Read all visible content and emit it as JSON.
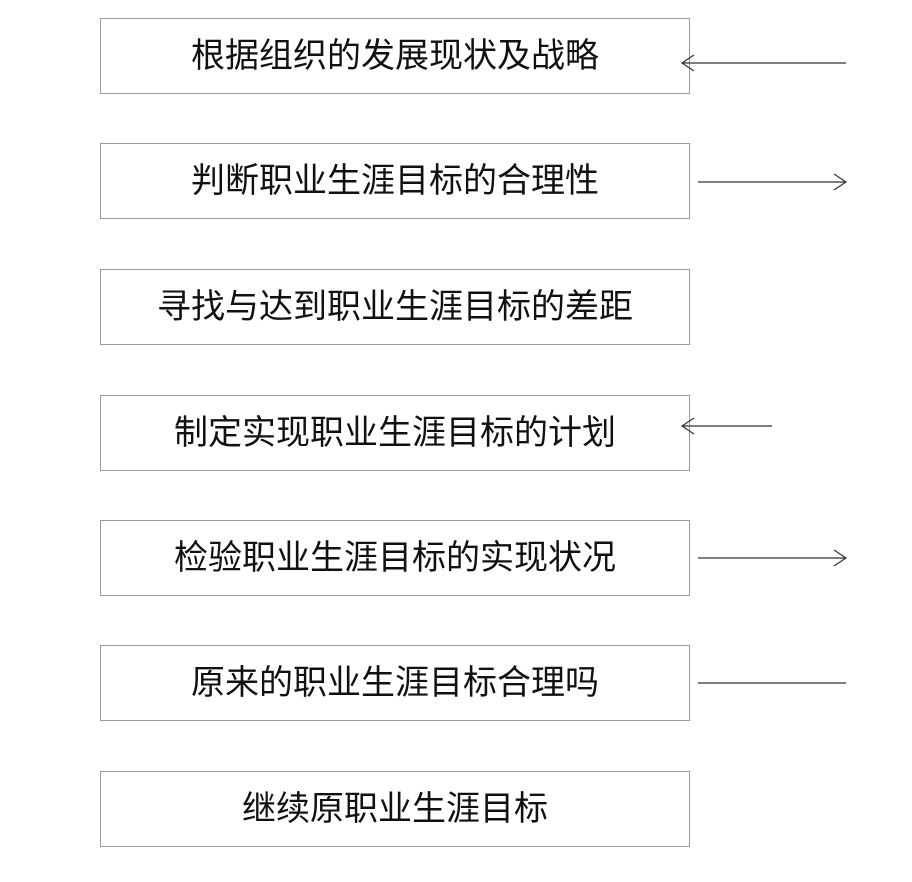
{
  "flow": {
    "steps": [
      {
        "label": "根据组织的发展现状及战略"
      },
      {
        "label": "判断职业生涯目标的合理性"
      },
      {
        "label": "寻找与达到职业生涯目标的差距"
      },
      {
        "label": "制定实现职业生涯目标的计划"
      },
      {
        "label": "检验职业生涯目标的实现状况"
      },
      {
        "label": "原来的职业生涯目标合理吗"
      },
      {
        "label": "继续原职业生涯目标"
      }
    ]
  },
  "colors": {
    "box_border": "#9a9a9a",
    "text": "#111111",
    "connector": "#333333"
  }
}
